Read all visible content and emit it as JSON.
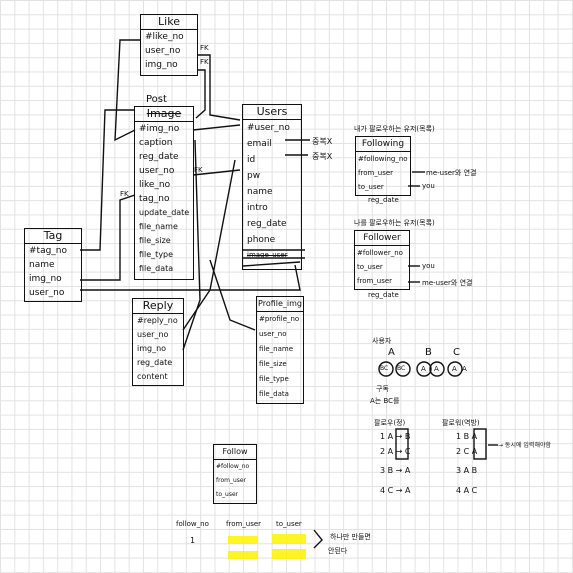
{
  "entities": {
    "like": {
      "title": "Like",
      "fields": [
        "#like_no",
        "user_no",
        "img_no"
      ]
    },
    "post": {
      "title": "Image",
      "caption_above": "Post",
      "fields": [
        "#img_no",
        "caption",
        "reg_date",
        "user_no",
        "like_no",
        "tag_no",
        "update_date",
        "file_name",
        "file_size",
        "file_type",
        "file_data"
      ]
    },
    "users": {
      "title": "Users",
      "fields": [
        "#user_no",
        "email",
        "id",
        "pw",
        "name",
        "intro",
        "reg_date",
        "phone",
        "image_user"
      ]
    },
    "tag": {
      "title": "Tag",
      "fields": [
        "#tag_no",
        "name",
        "img_no",
        "user_no"
      ]
    },
    "reply": {
      "title": "Reply",
      "fields": [
        "#reply_no",
        "user_no",
        "img_no",
        "reg_date",
        "content"
      ]
    },
    "profile": {
      "title": "Profile_img",
      "fields": [
        "#profile_no",
        "user_no",
        "file_name",
        "file_size",
        "file_type",
        "file_data"
      ]
    },
    "following": {
      "title": "Following",
      "note": "내가 팔로우하는 유저(목록)",
      "fields": [
        "#following_no",
        "from_user",
        "to_user",
        "reg_date"
      ]
    },
    "follower": {
      "title": "Follower",
      "note": "나를 팔로우하는 유저(목록)",
      "fields": [
        "#follower_no",
        "to_user",
        "from_user",
        "reg_date"
      ]
    },
    "follow": {
      "title": "Follow",
      "fields": [
        "#follow_no",
        "from_user",
        "to_user"
      ]
    }
  },
  "relation_labels": {
    "fk1": "FK",
    "fk2": "FK",
    "fk3": "FK",
    "fk4": "FK"
  },
  "annotations": {
    "email_note": "중복X",
    "id_note": "중복X",
    "following_from_note": "me-user와 연결",
    "following_to_note": "you",
    "follower_to_note": "you",
    "follower_from_note": "me-user와 연결",
    "users_label": "사용자",
    "user_a": "A",
    "user_b": "B",
    "user_c": "C",
    "circle_bc_1": "BC",
    "circle_bc_2": "BC",
    "circle_a_1": "A",
    "circle_a_2": "A",
    "circle_a_3": "A",
    "circle_a_4": "A",
    "following_caption": "구독",
    "following_sub": "A는 BC를",
    "table_following_header": "팔로우(정)",
    "table_follower_header": "팔로워(역방)",
    "row1_left": "1  A → B",
    "row2_left": "2  A → C",
    "row3_left": "3  B → A",
    "row4_left": "4  C → A",
    "row1_right": "1  B  A",
    "row2_right": "2  C  A",
    "row3_right": "3  A  B",
    "row4_right": "4  A  C",
    "right_note": "→ 동시에 입력해야함",
    "bottom_header_1": "follow_no",
    "bottom_header_2": "from_user",
    "bottom_header_3": "to_user",
    "bottom_row_no": "1",
    "bottom_note_1": "하나만 만들면",
    "bottom_note_2": "안된다"
  }
}
